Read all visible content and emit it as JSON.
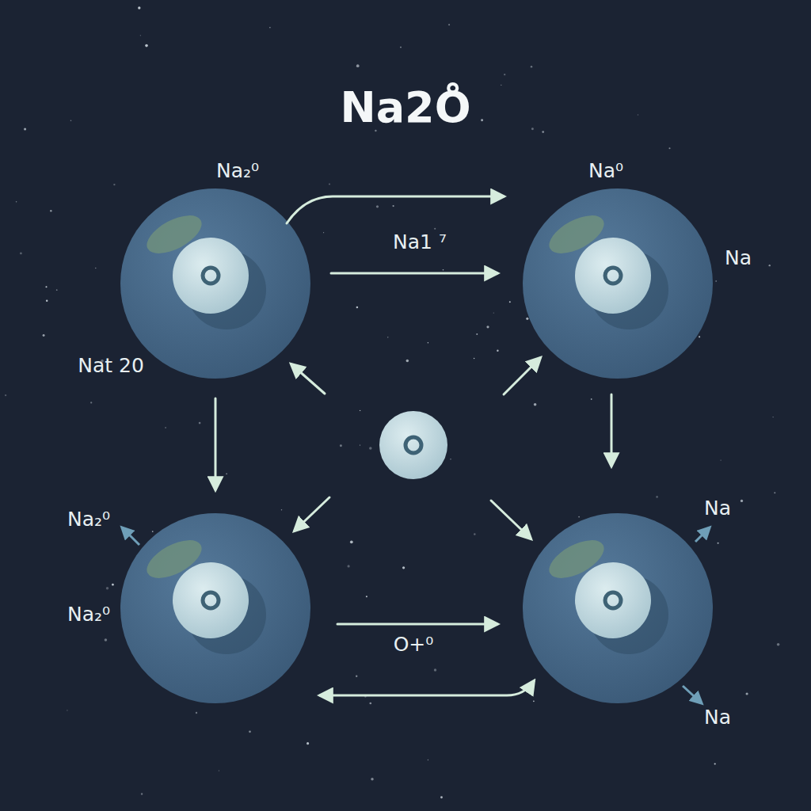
{
  "diagram": {
    "title": "Na2O̊",
    "labels": [
      "Na₂⁰",
      "Na⁰",
      "Na1 ⁷",
      "Na",
      "Nat 20",
      "Na₂⁰",
      "Na",
      "Na₂⁰",
      "O+⁰",
      "Na"
    ]
  }
}
